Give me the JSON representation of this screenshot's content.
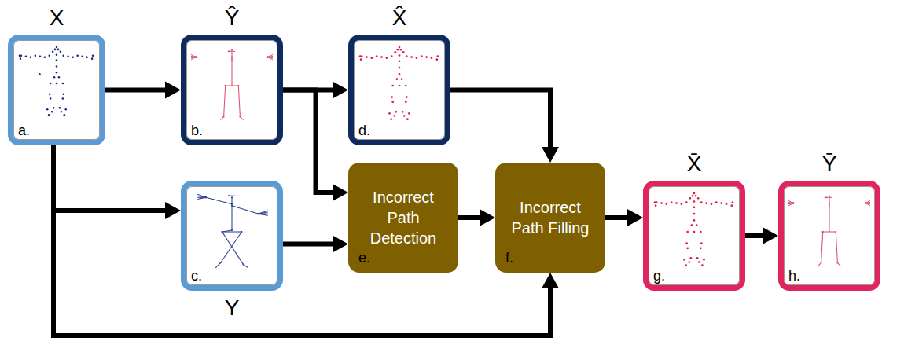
{
  "diagram": {
    "nodes": [
      {
        "text": [
          "X",
          "a."
        ]
      },
      {
        "text": [
          "Ŷ",
          "b."
        ]
      },
      {
        "text": [
          "X̂",
          "d."
        ]
      },
      {
        "text": [
          "Y",
          "c."
        ]
      },
      {
        "text": [
          "Incorrect Path Detection",
          "e."
        ]
      },
      {
        "text": [
          "Incorrect Path Filling",
          "f."
        ]
      },
      {
        "text": [
          "X̄",
          "g."
        ]
      },
      {
        "text": [
          "Ȳ",
          "h."
        ]
      }
    ],
    "edges": [
      {
        "from": 0,
        "to": 1,
        "arrow": "to"
      },
      {
        "from": 1,
        "to": 2,
        "arrow": "to"
      },
      {
        "from": 1,
        "to": 4,
        "arrow": "to"
      },
      {
        "from": 0,
        "to": 3,
        "arrow": "to"
      },
      {
        "from": 3,
        "to": 4,
        "arrow": "to"
      },
      {
        "from": 0,
        "to": 5,
        "arrow": "to"
      },
      {
        "from": 2,
        "to": 5,
        "arrow": "to"
      },
      {
        "from": 4,
        "to": 5,
        "arrow": "to"
      },
      {
        "from": 5,
        "to": 6,
        "arrow": "to"
      },
      {
        "from": 6,
        "to": 7,
        "arrow": "to"
      }
    ]
  }
}
